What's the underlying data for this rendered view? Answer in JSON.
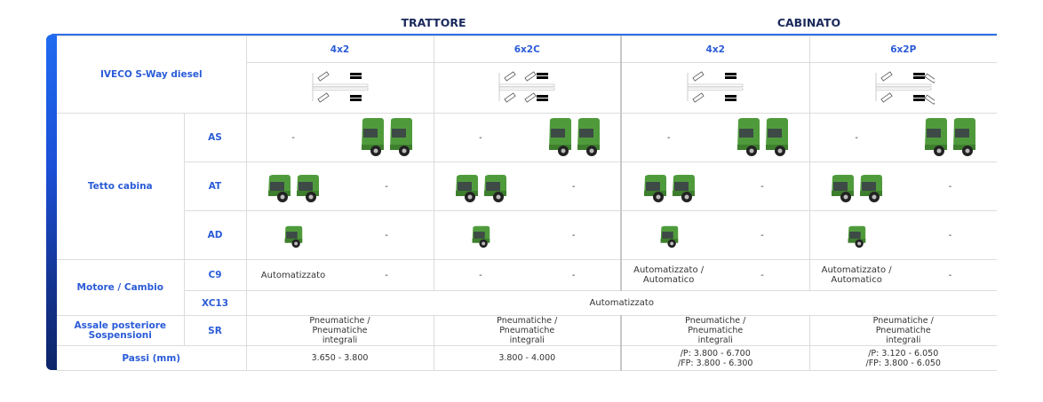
{
  "groups": {
    "trattore": "TRATTORE",
    "cabinato": "CABINATO"
  },
  "model": "IVECO S-Way diesel",
  "configs": [
    "4x2",
    "6x2C",
    "4x2",
    "6x2P"
  ],
  "axle_diagrams": [
    "axle-4x2-icon",
    "axle-6x2c-icon",
    "axle-4x2-icon",
    "axle-6x2p-icon"
  ],
  "tetto": {
    "label": "Tetto cabina",
    "rows": [
      {
        "code": "AS",
        "cells": [
          [
            "-",
            "truck-high-2"
          ],
          [
            "-",
            "truck-high-2"
          ],
          [
            "-",
            "truck-high-2"
          ],
          [
            "-",
            "truck-high-2"
          ]
        ]
      },
      {
        "code": "AT",
        "cells": [
          [
            "truck-2",
            "-"
          ],
          [
            "truck-2",
            "-"
          ],
          [
            "truck-2",
            "-"
          ],
          [
            "truck-2",
            "-"
          ]
        ]
      },
      {
        "code": "AD",
        "cells": [
          [
            "truck-short-1",
            "-"
          ],
          [
            "truck-short-1",
            "-"
          ],
          [
            "truck-short-1",
            "-"
          ],
          [
            "truck-short-1",
            "-"
          ]
        ]
      }
    ]
  },
  "motore": {
    "label": "Motore / Cambio",
    "c9": {
      "code": "C9",
      "cells": [
        [
          "Automatizzato",
          "-"
        ],
        [
          "-",
          "-"
        ],
        [
          "Automatizzato / Automatico",
          "-"
        ],
        [
          "Automatizzato / Automatico",
          "-"
        ]
      ]
    },
    "xc13": {
      "code": "XC13",
      "value": "Automatizzato"
    }
  },
  "assale": {
    "label": "Assale posteriore Sospensioni",
    "code": "SR",
    "cells": [
      "Pneumatiche / Pneumatiche integrali",
      "Pneumatiche / Pneumatiche integrali",
      "Pneumatiche / Pneumatiche integrali",
      "Pneumatiche / Pneumatiche integrali"
    ]
  },
  "passi": {
    "label": "Passi (mm)",
    "cells": [
      [
        "3.650 - 3.800"
      ],
      [
        "3.800 - 4.000"
      ],
      [
        "/P: 3.800 - 6.700",
        "/FP: 3.800 - 6.300"
      ],
      [
        "/P: 3.120 - 6.050",
        "/FP: 3.800 - 6.050"
      ]
    ]
  }
}
